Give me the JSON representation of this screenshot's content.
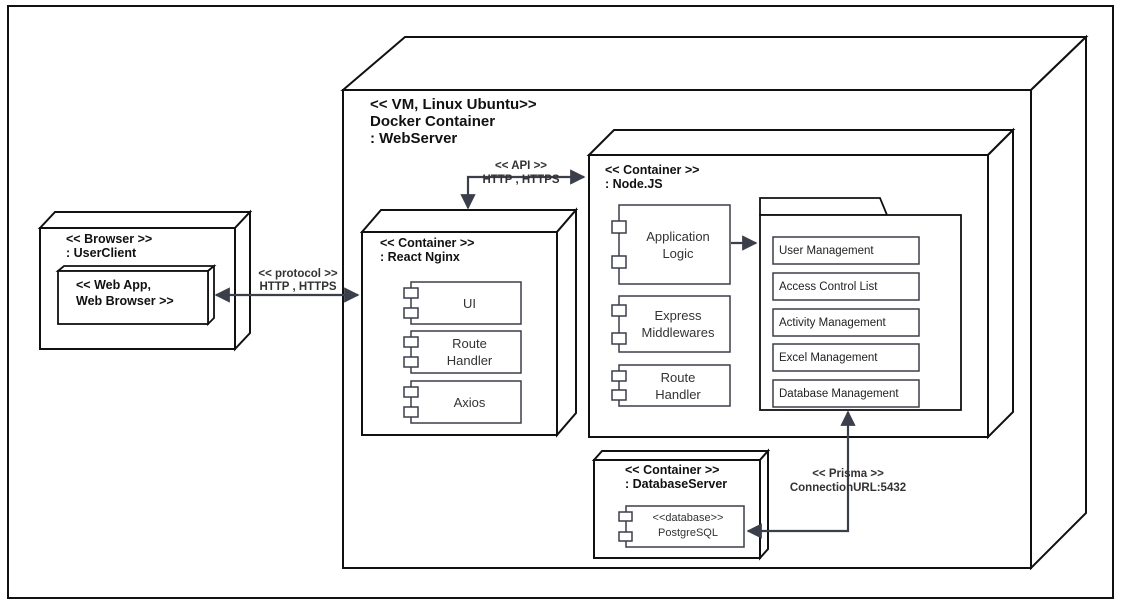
{
  "vm": {
    "line1": "<< VM, Linux Ubuntu>>",
    "line2": "Docker Container",
    "line3": ": WebServer"
  },
  "browser": {
    "stereotype": "<< Browser >>",
    "name": ": UserClient",
    "webapp_line1": "<< Web App,",
    "webapp_line2": "Web Browser >>"
  },
  "protocol_conn": {
    "line1": "<< protocol >>",
    "line2": "HTTP , HTTPS"
  },
  "api_conn": {
    "line1": "<< API >>",
    "line2": "HTTP , HTTPS"
  },
  "react": {
    "stereotype": "<< Container >>",
    "name": ": React Nginx",
    "components": [
      "UI",
      "Route Handler",
      "Axios"
    ]
  },
  "node": {
    "stereotype": "<< Container >>",
    "name": ": Node.JS",
    "components": [
      "Application Logic",
      "Express Middlewares",
      "Route Handler"
    ],
    "modules": [
      "User Management",
      "Access Control List",
      "Activity Management",
      "Excel Management",
      "Database Management"
    ]
  },
  "dbserver": {
    "stereotype": "<< Container >>",
    "name": ": DatabaseServer",
    "component_line1": "<<database>>",
    "component_line2": "PostgreSQL"
  },
  "prisma_conn": {
    "line1": "<< Prisma >>",
    "line2": "ConnectionURL:5432"
  }
}
